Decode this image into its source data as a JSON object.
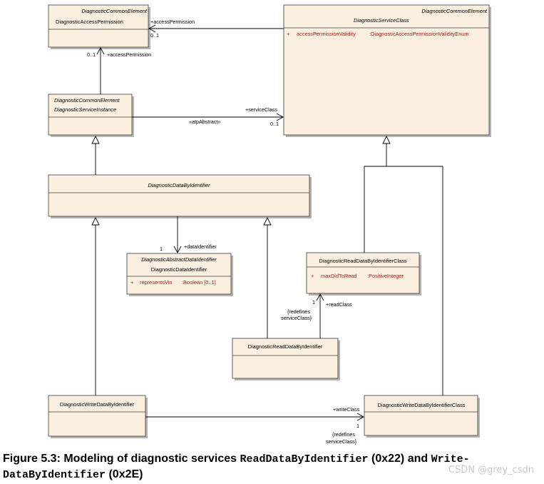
{
  "classes": {
    "access_permission": {
      "stereotype": "DiagnosticCommonElement",
      "name": "DiagnosticAccessPermission"
    },
    "service_class": {
      "stereotype": "DiagnosticCommonElement",
      "name": "DiagnosticServiceClass",
      "attr_marker": "+",
      "attr_name": "accessPermissionValidity",
      "attr_type": ":DiagnosticAccessPermissionValidityEnum"
    },
    "service_instance": {
      "stereotype": "DiagnosticCommonElement",
      "name": "DiagnosticServiceInstance"
    },
    "data_by_identifier": {
      "name": "DiagnosticDataByIdentifier"
    },
    "abstract_data_identifier": {
      "stereotype": "DiagnosticAbstractDataIdentifier",
      "name": "DiagnosticDataIdentifier",
      "attr_marker": "+",
      "attr_name": "representsVin",
      "attr_type": ":Boolean [0..1]"
    },
    "read_class": {
      "name": "DiagnosticReadDataByIdentifierClass",
      "attr_marker": "+",
      "attr_name": "maxDidToRead",
      "attr_type": ":PositiveInteger"
    },
    "read_by_identifier": {
      "name": "DiagnosticReadDataByIdentifier"
    },
    "write_by_identifier": {
      "name": "DiagnosticWriteDataByIdentifier"
    },
    "write_class": {
      "name": "DiagnosticWriteDataByIdentifierClass"
    }
  },
  "labels": {
    "access_perm_top_role": "+accessPermission",
    "access_perm_top_mult": "0..1",
    "access_perm_left_mult": "0..1",
    "access_perm_left_role": "+accessPermission",
    "service_class_role": "+serviceClass",
    "service_class_mult": "0..1",
    "atp_abstract": "«atpAbstract»",
    "data_identifier_mult": "1",
    "data_identifier_role": "+dataIdentifier",
    "read_class_mult": "1",
    "read_class_role": "+readClass",
    "read_redefines_1": "{redefines",
    "read_redefines_2": "serviceClass}",
    "write_class_role": "+writeClass",
    "write_class_mult": "1",
    "write_redefines_1": "{redefines",
    "write_redefines_2": "serviceClass}"
  },
  "caption": {
    "prefix": "Figure 5.3: Modeling of diagnostic services ",
    "code1": "ReadDataByIdentifier",
    "mid1": " (0x22) and ",
    "code2a": "Write-",
    "code2b": "DataByIdentifier",
    "suffix": " (0x2E)"
  },
  "watermark": "CSDN @grey_csdn"
}
